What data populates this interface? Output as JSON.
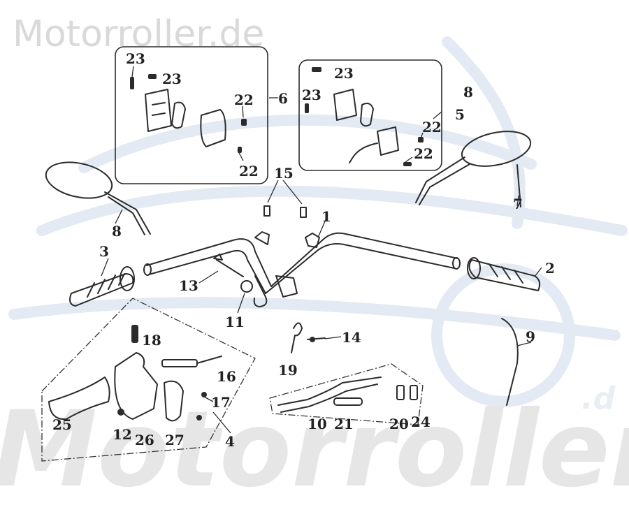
{
  "watermark": {
    "top_text": "Motorroller.de",
    "bottom_text": "Motorroller",
    "corner_text": ".d"
  },
  "labels": {
    "n1": "1",
    "n2": "2",
    "n3": "3",
    "n4": "4",
    "n5": "5",
    "n6": "6",
    "n7": "7",
    "n8_left": "8",
    "n8_box": "8",
    "n9": "9",
    "n10": "10",
    "n11": "11",
    "n12": "12",
    "n13": "13",
    "n14": "14",
    "n15": "15",
    "n16": "16",
    "n17": "17",
    "n18": "18",
    "n19": "19",
    "n20": "20",
    "n21": "21",
    "n22_a": "22",
    "n22_b": "22",
    "n22_c": "22",
    "n22_d": "22",
    "n23_a": "23",
    "n23_b": "23",
    "n23_c": "23",
    "n23_d": "23",
    "n24": "24",
    "n25": "25",
    "n26": "26",
    "n27": "27"
  }
}
